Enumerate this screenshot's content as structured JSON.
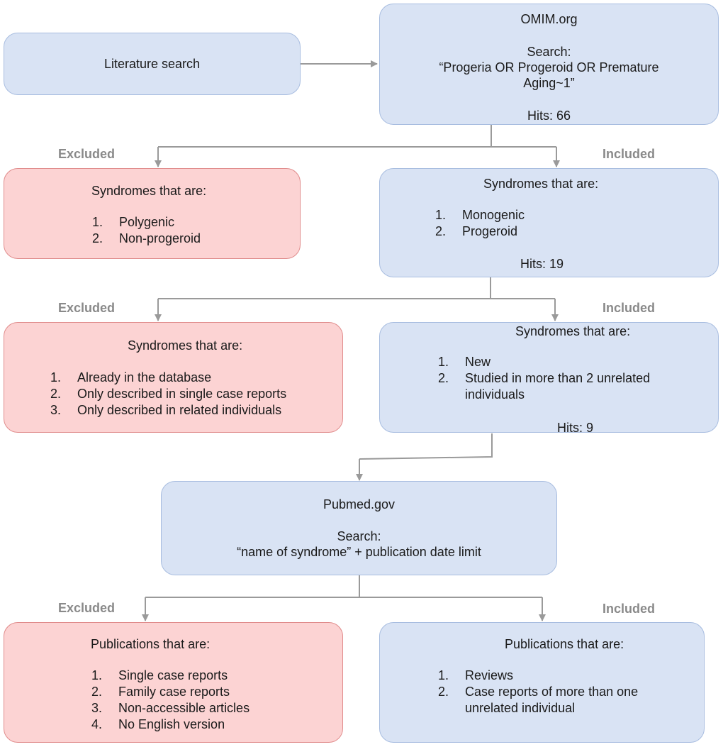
{
  "literature_search": {
    "label": "Literature search"
  },
  "omim": {
    "title": "OMIM.org",
    "search_label": "Search:",
    "query_line1": "“Progeria OR Progeroid OR Premature",
    "query_line2": "Aging~1”",
    "hits": "Hits: 66"
  },
  "tags": {
    "excluded": "Excluded",
    "included": "Included"
  },
  "excl1": {
    "heading": "Syndromes that are:",
    "items": [
      "Polygenic",
      "Non-progeroid"
    ]
  },
  "incl1": {
    "heading": "Syndromes that are:",
    "items": [
      "Monogenic",
      "Progeroid"
    ],
    "hits": "Hits: 19"
  },
  "excl2": {
    "heading": "Syndromes that are:",
    "items": [
      "Already in the database",
      "Only described in single case reports",
      "Only described in related individuals"
    ]
  },
  "incl2": {
    "heading": "Syndromes that are:",
    "items": [
      "New",
      "Studied in more than 2 unrelated",
      "individuals"
    ],
    "hits": "Hits: 9"
  },
  "pubmed": {
    "title": "Pubmed.gov",
    "search_label": "Search:",
    "query": "“name of syndrome” + publication date limit"
  },
  "excl3": {
    "heading": "Publications that are:",
    "items": [
      "Single case reports",
      "Family case reports",
      "Non-accessible articles",
      "No English version"
    ]
  },
  "incl3": {
    "heading": "Publications that are:",
    "items": [
      "Reviews",
      "Case reports of more than one",
      "unrelated individual"
    ]
  },
  "numbers": [
    "1.",
    "2.",
    "3.",
    "4."
  ],
  "colors": {
    "included_fill": "#d9e3f4",
    "included_border": "#a8bde0",
    "excluded_fill": "#fcd3d3",
    "excluded_border": "#e08c8c",
    "connector": "#9a9a9a",
    "tag_text": "#8a8a8a"
  }
}
